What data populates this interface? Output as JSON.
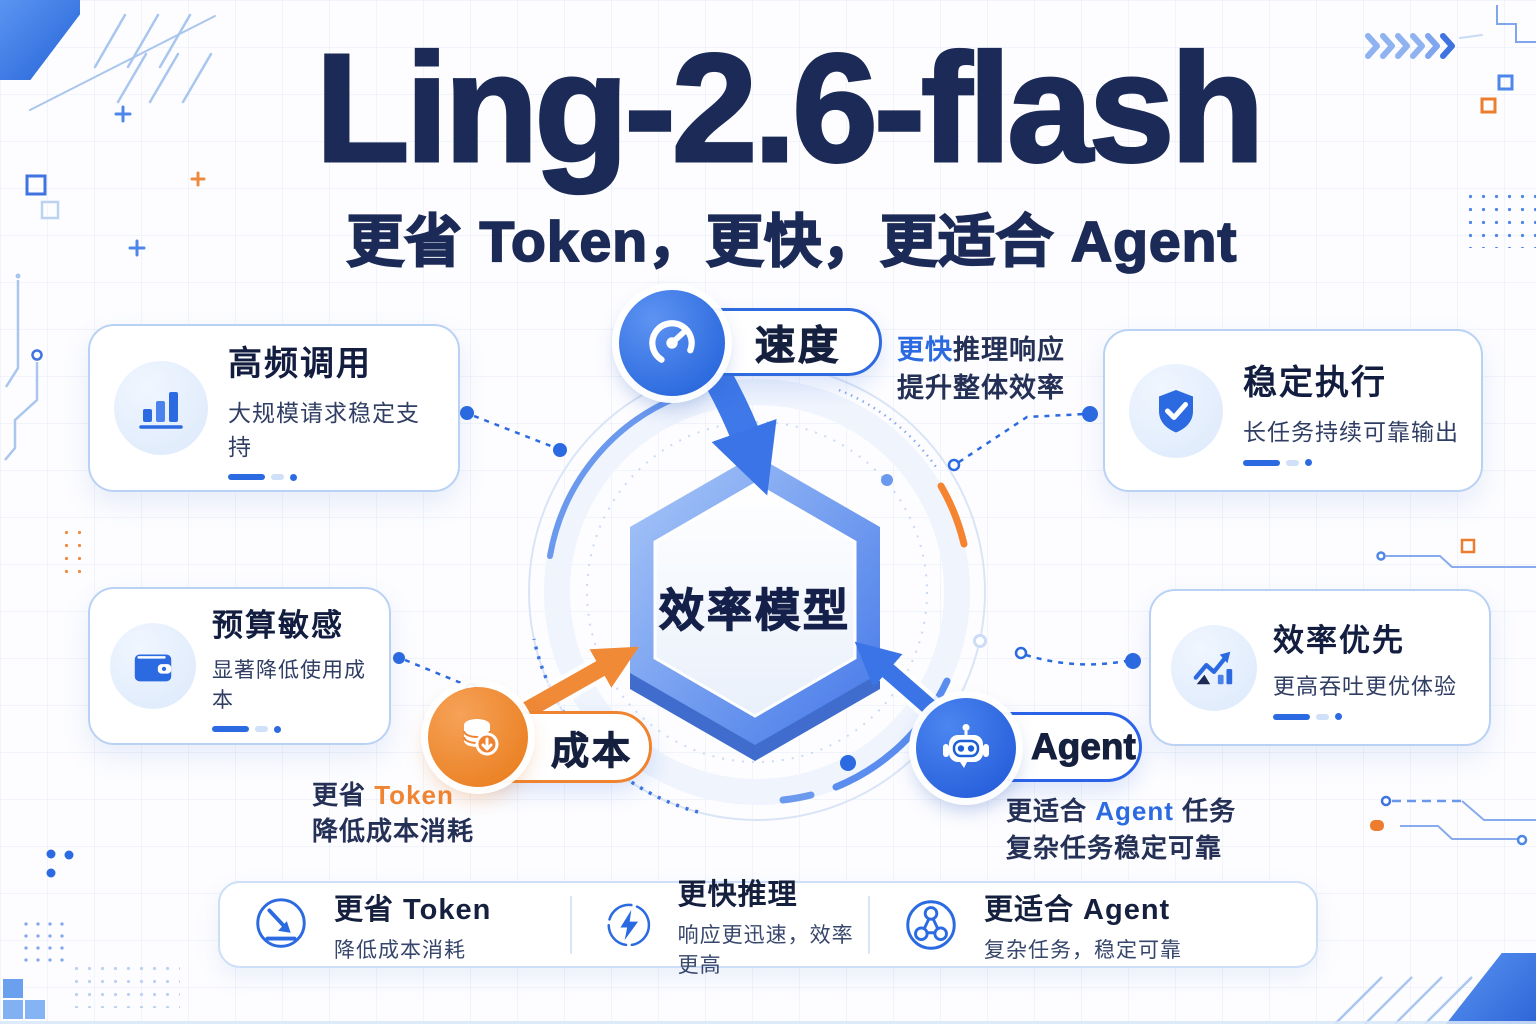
{
  "title": "Ling-2.6-flash",
  "subtitle": "更省 Token，更快，更适合 Agent",
  "center": {
    "label": "效率模型"
  },
  "nodes": {
    "speed": {
      "label": "速度",
      "icon": "speedometer-icon",
      "note1_highlight": "更快",
      "note1_rest": "推理响应",
      "note2": "提升整体效率"
    },
    "cost": {
      "label": "成本",
      "icon": "coins-down-icon",
      "note1_prefix": "更省 ",
      "note1_highlight": "Token",
      "note2": "降低成本消耗"
    },
    "agent": {
      "label": "Agent",
      "icon": "robot-icon",
      "note1_prefix": "更适合 ",
      "note1_highlight": "Agent",
      "note1_suffix": " 任务",
      "note2": "复杂任务稳定可靠"
    }
  },
  "cards": [
    {
      "title": "高频调用",
      "subtitle": "大规模请求稳定支持",
      "icon": "bar-chart-icon"
    },
    {
      "title": "稳定执行",
      "subtitle": "长任务持续可靠输出",
      "icon": "shield-check-icon"
    },
    {
      "title": "预算敏感",
      "subtitle": "显著降低使用成本",
      "icon": "wallet-icon"
    },
    {
      "title": "效率优先",
      "subtitle": "更高吞吐更优体验",
      "icon": "trend-up-icon"
    }
  ],
  "footer": {
    "items": [
      {
        "title": "更省 Token",
        "subtitle": "降低成本消耗",
        "icon": "trend-down-icon"
      },
      {
        "title": "更快推理",
        "subtitle": "响应更迅速，效率更高",
        "icon": "gauge-bolt-icon"
      },
      {
        "title": "更适合 Agent",
        "subtitle": "复杂任务，稳定可靠",
        "icon": "network-nodes-icon"
      }
    ]
  },
  "colors": {
    "navy": "#1b2a56",
    "blue": "#2b6ae0",
    "orange": "#f08433",
    "card_border": "#b9d2f4"
  }
}
